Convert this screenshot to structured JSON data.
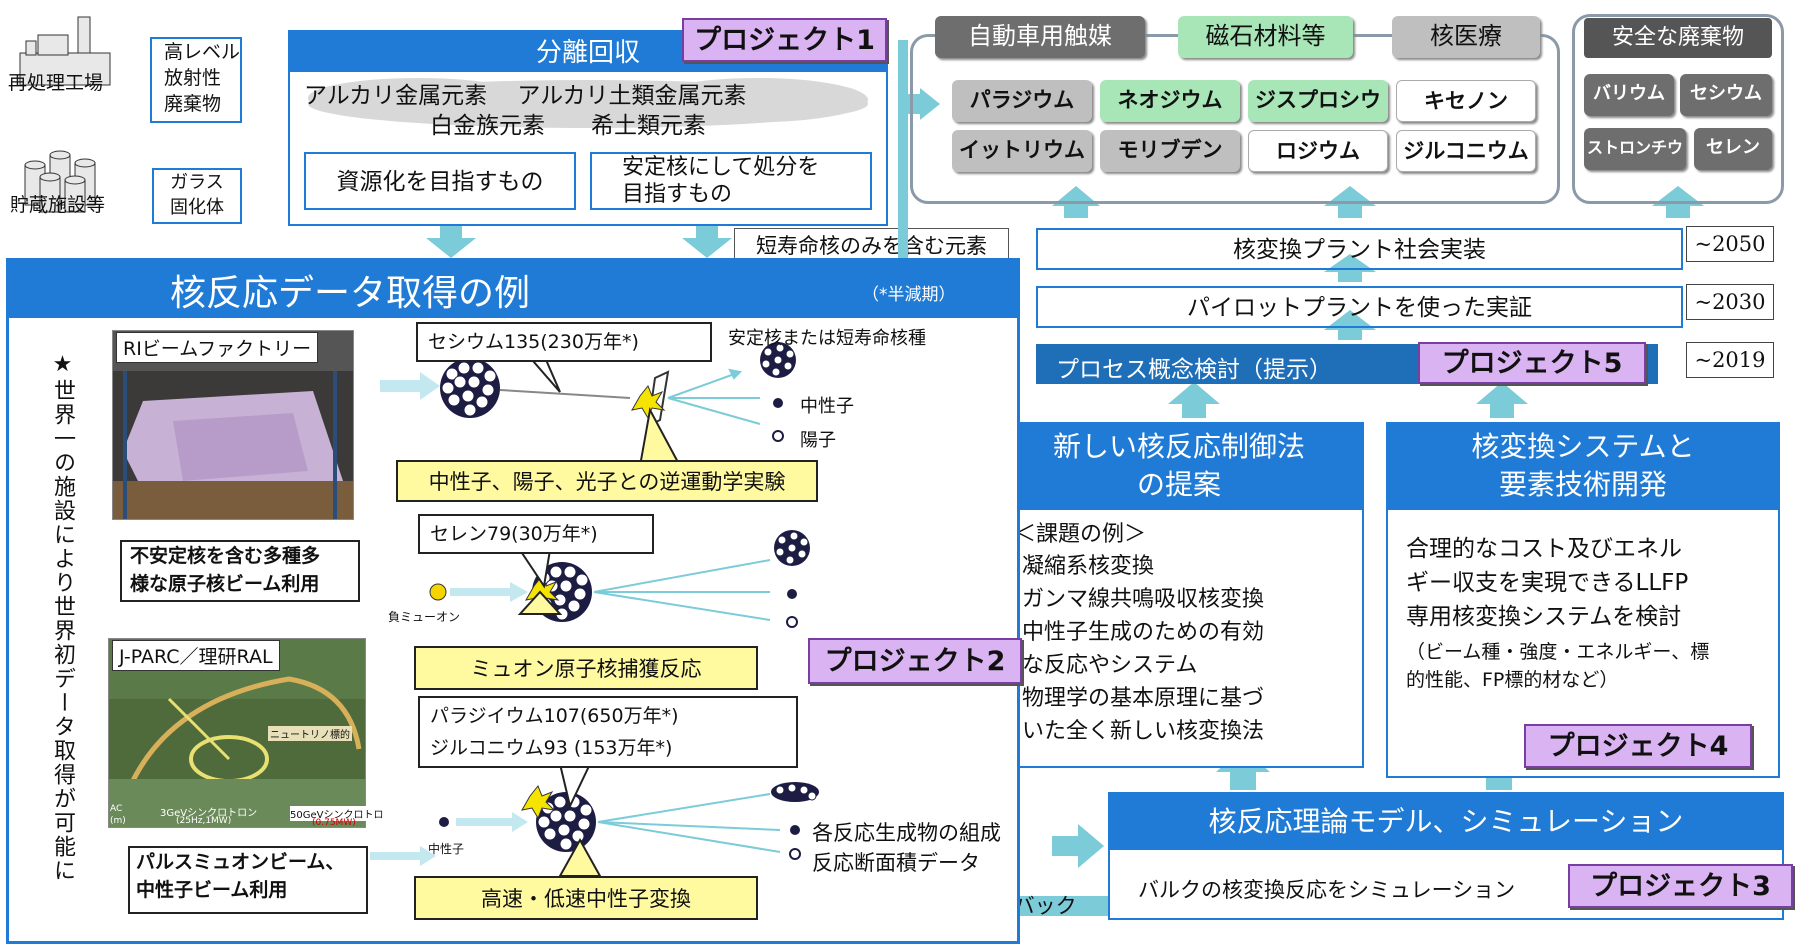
{
  "top_left": {
    "plant_label": "再処理工場",
    "waste_label": "高レベル\n放射性\n廃棄物",
    "storage_label": "貯蔵施設等",
    "glass_label": "ガラス\n固化体"
  },
  "separation": {
    "title": "分離回収",
    "project": "プロジェクト1",
    "elements_line1": "アルカリ金属元素　 アルカリ土類金属元素",
    "elements_line2": "白金族元素　　希土類元素",
    "resource": "資源化を目指すもの",
    "disposal": "安定核にして処分を\n目指すもの",
    "short_life": "短寿命核のみを含む元素"
  },
  "applications": {
    "categories": [
      "自動車用触媒",
      "磁石材料等",
      "核医療"
    ],
    "elements": [
      "パラジウム",
      "ネオジウム",
      "ジスプロシウム",
      "キセノン",
      "イットリウム",
      "モリブデン",
      "ロジウム",
      "ジルコニウム"
    ],
    "safe_title": "安全な廃棄物",
    "safe_elements": [
      "バリウム",
      "セシウム",
      "ストロンチウム",
      "セレン"
    ]
  },
  "roadmap": {
    "social": "核変換プラント社会実装",
    "social_year": "~2050",
    "pilot": "パイロットプラントを使った実証",
    "pilot_year": "~2030",
    "concept": "プロセス概念検討（提示）",
    "concept_year": "~2019",
    "project5": "プロジェクト5"
  },
  "examples": {
    "title": "核反応データ取得の例",
    "half_life_note": "（*半減期）",
    "vertical": "★世界一の施設により世界初データ取得が可能に",
    "ribf_label": "RIビームファクトリー",
    "ribf_desc": "不安定核を含む多種多\n様な原子核ビーム利用",
    "jparc_label": "J-PARC／理研RAL",
    "jparc_desc": "パルスミュオンビーム、\n中性子ビーム利用",
    "photo_labels": [
      "ニュートリノ標的",
      "3GeVシンクロトロン",
      "(25Hz,1MW)",
      "50GeVシンクロトロ",
      "(0.75MW)",
      "AC",
      "(m)"
    ],
    "cs_label": "セシウム135(230万年*)",
    "stable_label": "安定核または短寿命核種",
    "neutron": "中性子",
    "proton": "陽子",
    "exp1": "中性子、陽子、光子との逆運動学実験",
    "se_label": "セレン79(30万年*)",
    "muon": "負ミューオン",
    "exp2": "ミュオン原子核捕獲反応",
    "project2": "プロジェクト2",
    "pd_label": "パラジイウム107(650万年*)\nジルコニウム93 (153万年*)",
    "neutron_small": "中性子",
    "exp3": "高速・低速中性子変換",
    "products": "各反応生成物の組成\n反応断面積データ"
  },
  "new_method": {
    "title": "新しい核反応制御法\nの提案",
    "subtitle": "＜課題の例＞",
    "items": [
      "凝縮系核変換",
      "ガンマ線共鳴吸収核変換",
      "中性子生成のための有効\nな反応やシステム",
      "物理学の基本原理に基づ\nいた全く新しい核変換法"
    ]
  },
  "system": {
    "title": "核変換システムと\n要素技術開発",
    "body": "合理的なコスト及びエネル\nギー収支を実現できるLLFP\n専用核変換システムを検討",
    "note": "（ビーム種・強度・エネルギー、標\n的性能、FP標的材など）",
    "project4": "プロジェクト4"
  },
  "theory": {
    "title": "核反応理論モデル、シミュレーション",
    "body": "バルクの核変換反応をシミュレーション",
    "project3": "プロジェクト3",
    "feedback": "フィードバック"
  },
  "colors": {
    "blue": "#1f7bd6",
    "purple": "#d9b3f2",
    "yellow": "#fffaa0",
    "arrow": "#7ccbd8",
    "green": "#a8e6b8"
  }
}
